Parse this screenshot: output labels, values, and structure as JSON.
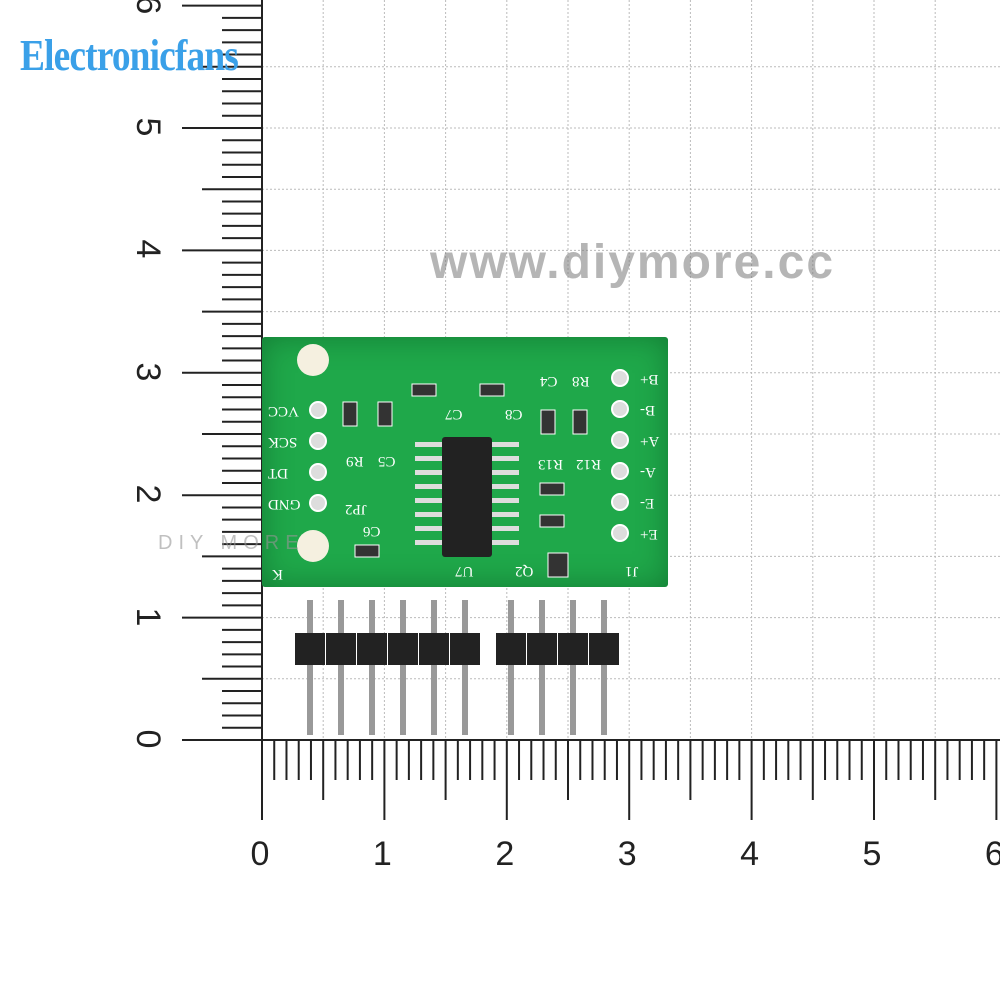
{
  "brand": "Electronicfans",
  "watermark": {
    "url": "www.diymore.cc",
    "sub": "DIY MORE"
  },
  "ruler": {
    "x_labels": [
      "0",
      "1",
      "2",
      "3",
      "4",
      "5",
      "6"
    ],
    "y_labels": [
      "0",
      "1",
      "2",
      "3",
      "4",
      "5",
      "6"
    ]
  },
  "pcb": {
    "left_pins": [
      "VCC",
      "SCK",
      "DT",
      "GND"
    ],
    "right_pins": [
      "B+",
      "B-",
      "A+",
      "A-",
      "E-",
      "E+"
    ],
    "silkscreen": [
      "JP2",
      "J1",
      "U7",
      "Q2",
      "C5",
      "R9",
      "C7",
      "C8",
      "R8",
      "C4",
      "R12",
      "R13",
      "C6",
      "K"
    ]
  }
}
